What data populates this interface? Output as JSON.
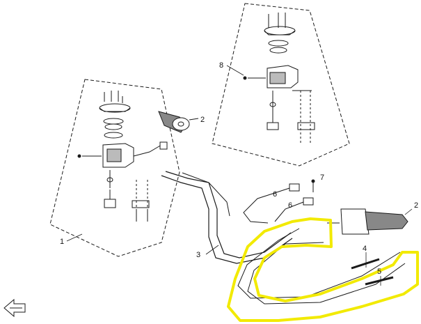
{
  "callouts": {
    "c1": "1",
    "c2_grip_left": "2",
    "c2_grip_right": "2",
    "c3": "3",
    "c4": "4",
    "c5": "5",
    "c6_upper": "6",
    "c6_lower": "6",
    "c7": "7",
    "c8": "8"
  },
  "colors": {
    "line": "#1a1a1a",
    "highlight": "#f2ea00",
    "background": "#ffffff"
  },
  "icons": {
    "front_arrow": "front-direction-arrow-icon"
  }
}
